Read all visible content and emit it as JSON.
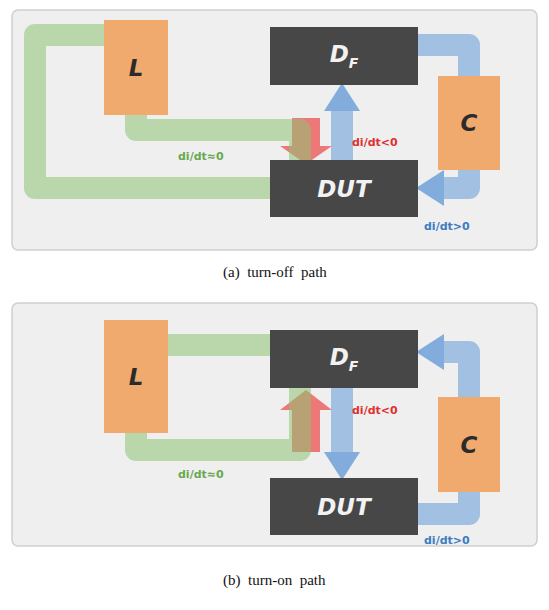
{
  "diagram": {
    "nodes": [
      {
        "text": [
          "L"
        ]
      },
      {
        "text": [
          "DF"
        ]
      },
      {
        "text": [
          "DUT"
        ]
      },
      {
        "text": [
          "C"
        ]
      },
      {
        "text": [
          "L"
        ]
      },
      {
        "text": [
          "DF"
        ]
      },
      {
        "text": [
          "DUT"
        ]
      },
      {
        "text": [
          "C"
        ]
      }
    ],
    "edges": [
      {
        "from": 0,
        "to": 2,
        "arrow": "none",
        "label": "di/dt≈0"
      },
      {
        "from": 2,
        "to": 0,
        "arrow": "none"
      },
      {
        "from": 3,
        "to": 2,
        "arrow": "to",
        "label": "di/dt>0"
      },
      {
        "from": 1,
        "to": 3,
        "arrow": "none"
      },
      {
        "from": 2,
        "to": 1,
        "arrow": "to"
      },
      {
        "from": 4,
        "to": 5,
        "arrow": "none"
      },
      {
        "from": 4,
        "to": 5,
        "arrow": "none",
        "label": "di/dt≈0"
      },
      {
        "from": 7,
        "to": 5,
        "arrow": "to"
      },
      {
        "from": 5,
        "to": 6,
        "arrow": "to"
      },
      {
        "from": 6,
        "to": 7,
        "arrow": "none",
        "label": "di/dt>0"
      }
    ],
    "labels": [
      "di/dt<0",
      "(a)  turn-off  path",
      "di/dt<0",
      "(b)  turn-on  path"
    ]
  }
}
